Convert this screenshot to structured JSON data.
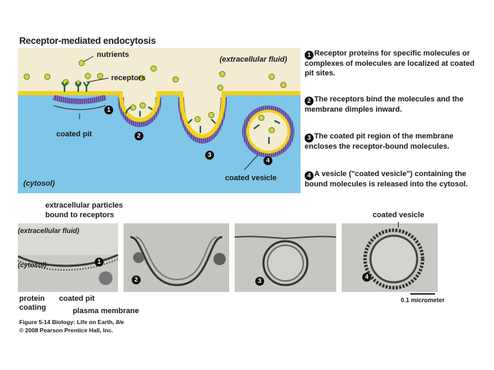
{
  "title": "Receptor-mediated endocytosis",
  "diagram": {
    "nutrients": "nutrients",
    "receptors": "receptors",
    "extracellular": "(extracellular fluid)",
    "coated_pit": "coated pit",
    "cytosol": "(cytosol)",
    "coated_vesicle": "coated vesicle",
    "markers": [
      "1",
      "2",
      "3",
      "4"
    ]
  },
  "steps": [
    {
      "num": "1",
      "text": "Receptor proteins for specific molecules or complexes of molecules are localized at coated pit sites."
    },
    {
      "num": "2",
      "text": "The receptors bind the molecules and the membrane dimples inward."
    },
    {
      "num": "3",
      "text": "The coated  pit region of the membrane encloses the receptor-bound molecules."
    },
    {
      "num": "4",
      "text": "A vesicle (\"coated vesicle\") containing the bound molecules is released into the cytosol."
    }
  ],
  "micrographs": {
    "particles_label": "extracellular particles bound to receptors",
    "extracellular": "(extracellular fluid)",
    "cytosol": "(cytosol)",
    "protein_coating": "protein coating",
    "coated_pit": "coated pit",
    "plasma_membrane": "plasma membrane",
    "coated_vesicle": "coated vesicle",
    "scale": "0.1 micrometer",
    "markers": [
      "1",
      "2",
      "3",
      "4"
    ]
  },
  "figure_caption": {
    "line1_prefix": "Figure 5-14",
    "line1_book": "Biology: Life on Earth,",
    "line1_edition": "8/e",
    "line2": "© 2008 Pearson Prentice Hall, Inc."
  },
  "colors": {
    "extracellular": "#f3ecd2",
    "cytosol": "#7fc6e8",
    "membrane": "#f2d21a",
    "coat": "#6a5aa8",
    "receptor": "#1f5a3a"
  }
}
